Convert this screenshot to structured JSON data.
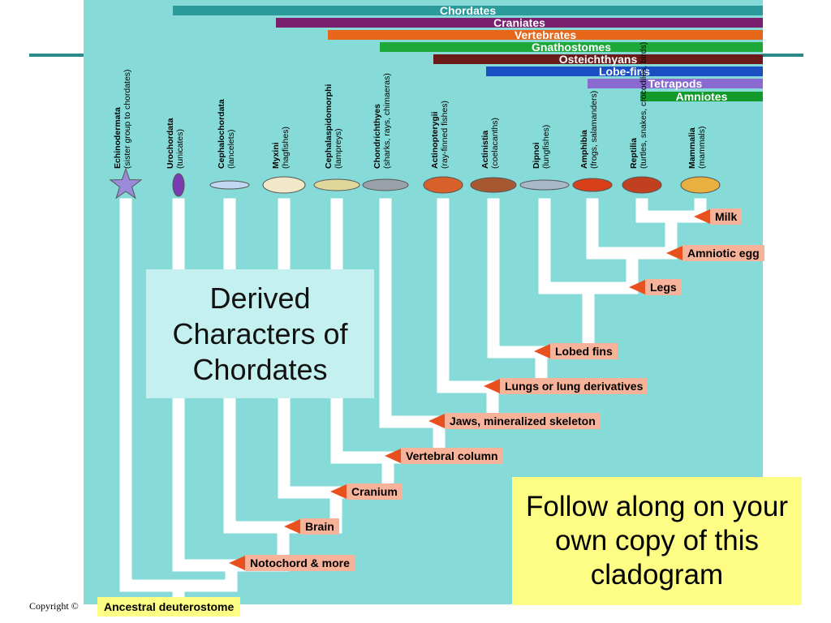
{
  "colors": {
    "background": "#86dbd8",
    "branch": "#ffffff",
    "character_label": "#f7b29a",
    "character_arrow": "#e8501e",
    "note_box": "#fdfd85",
    "title_box": "#c4f0ef"
  },
  "clade_bars": [
    {
      "label": "Chordates",
      "color": "#2a9a9a"
    },
    {
      "label": "Craniates",
      "color": "#7a1f6e"
    },
    {
      "label": "Vertebrates",
      "color": "#e8661a"
    },
    {
      "label": "Gnathostomes",
      "color": "#1fa83a"
    },
    {
      "label": "Osteichthyans",
      "color": "#6b1a1a"
    },
    {
      "label": "Lobe-fins",
      "color": "#1a4fc4"
    },
    {
      "label": "Tetrapods",
      "color": "#8a6ad0"
    },
    {
      "label": "Amniotes",
      "color": "#129a2a"
    }
  ],
  "taxa": [
    {
      "name": "Echinodermata",
      "common": "(sister group to chordates)",
      "icon": "sea-star-icon"
    },
    {
      "name": "Urochordata",
      "common": "(tunicates)",
      "icon": "tunicate-icon"
    },
    {
      "name": "Cephalochordata",
      "common": "(lancelets)",
      "icon": "lancelet-icon"
    },
    {
      "name": "Myxini",
      "common": "(hagfishes)",
      "icon": "hagfish-icon"
    },
    {
      "name": "Cephalaspidomorphi",
      "common": "(lampreys)",
      "icon": "lamprey-icon"
    },
    {
      "name": "Chondrichthyes",
      "common": "(sharks, rays, chimaeras)",
      "icon": "shark-icon"
    },
    {
      "name": "Actinopterygii",
      "common": "(ray-finned fishes)",
      "icon": "ray-finned-fish-icon"
    },
    {
      "name": "Actinistia",
      "common": "(coelacanths)",
      "icon": "coelacanth-icon"
    },
    {
      "name": "Dipnoi",
      "common": "(lungfishes)",
      "icon": "lungfish-icon"
    },
    {
      "name": "Amphibia",
      "common": "(frogs, salamanders)",
      "icon": "salamander-icon"
    },
    {
      "name": "Reptilia",
      "common": "(turtles, snakes, crocodiles, birds)",
      "icon": "snake-icon"
    },
    {
      "name": "Mammalia",
      "common": "(mammals)",
      "icon": "leopard-icon"
    }
  ],
  "derived_characters": [
    {
      "label": "Milk"
    },
    {
      "label": "Amniotic egg"
    },
    {
      "label": "Legs"
    },
    {
      "label": "Lobed fins"
    },
    {
      "label": "Lungs or lung derivatives"
    },
    {
      "label": "Jaws, mineralized skeleton"
    },
    {
      "label": "Vertebral column"
    },
    {
      "label": "Cranium"
    },
    {
      "label": "Brain"
    },
    {
      "label": "Notochord & more"
    }
  ],
  "title": "Derived Characters of Chordates",
  "note": "Follow along on your own copy of this cladogram",
  "root_label": "Ancestral deuterostome",
  "copyright": "Copyright ©"
}
